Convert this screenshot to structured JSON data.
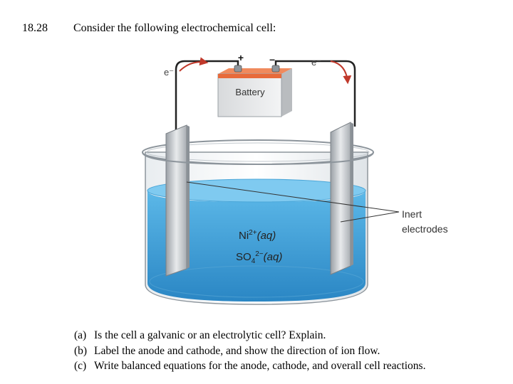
{
  "problem": {
    "number": "18.28",
    "prompt": "Consider the following electrochemical cell:"
  },
  "figure": {
    "battery_label": "Battery",
    "plus_terminal": "+",
    "minus_terminal": "–",
    "electron_left": "e⁻",
    "electron_right": "e⁻",
    "electrode_label_line1": "Inert",
    "electrode_label_line2": "electrodes",
    "ion1_base": "Ni",
    "ion1_charge": "2+",
    "ion1_state": "(aq)",
    "ion2_base": "SO",
    "ion2_sub": "4",
    "ion2_charge": "2−",
    "ion2_state": "(aq)",
    "colors": {
      "solution": "#3fa3da",
      "battery_top": "#e86a3a",
      "arrow_red": "#c0392b",
      "electrode": "#b8bcc0"
    }
  },
  "questions": [
    {
      "tag": "(a)",
      "text": "Is the cell a galvanic or an electrolytic cell? Explain."
    },
    {
      "tag": "(b)",
      "text": "Label the anode and cathode, and show the direction of ion flow."
    },
    {
      "tag": "(c)",
      "text": "Write balanced equations for the anode, cathode, and overall cell reactions."
    }
  ]
}
